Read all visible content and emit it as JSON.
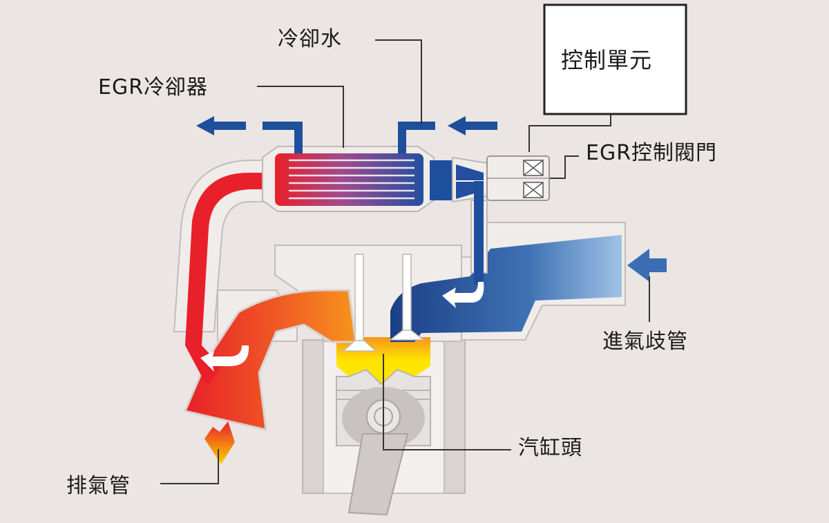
{
  "labels": {
    "coolant": "冷卻水",
    "egr_cooler": "EGR冷卻器",
    "control_unit": "控制單元",
    "egr_control_valve": "EGR控制閥門",
    "intake_manifold": "進氣歧管",
    "cylinder_head": "汽缸頭",
    "exhaust_pipe": "排氣管"
  },
  "colors": {
    "background": "#ebe5e3",
    "exhaust_gas": "#e8202a",
    "hot_gas_orange": "#f7941d",
    "combustion_yellow": "#ffe500",
    "intake_air_blue": "#1f4f99",
    "intake_light_blue": "#8fb5dc",
    "coolant_blue": "#1e4f9c",
    "leader_line": "#333333"
  },
  "icons": {
    "coolant_flow": "arrow-left-icon",
    "intake_flow": "arrow-left-icon",
    "exhaust_flow": "arrow-down-icon"
  }
}
